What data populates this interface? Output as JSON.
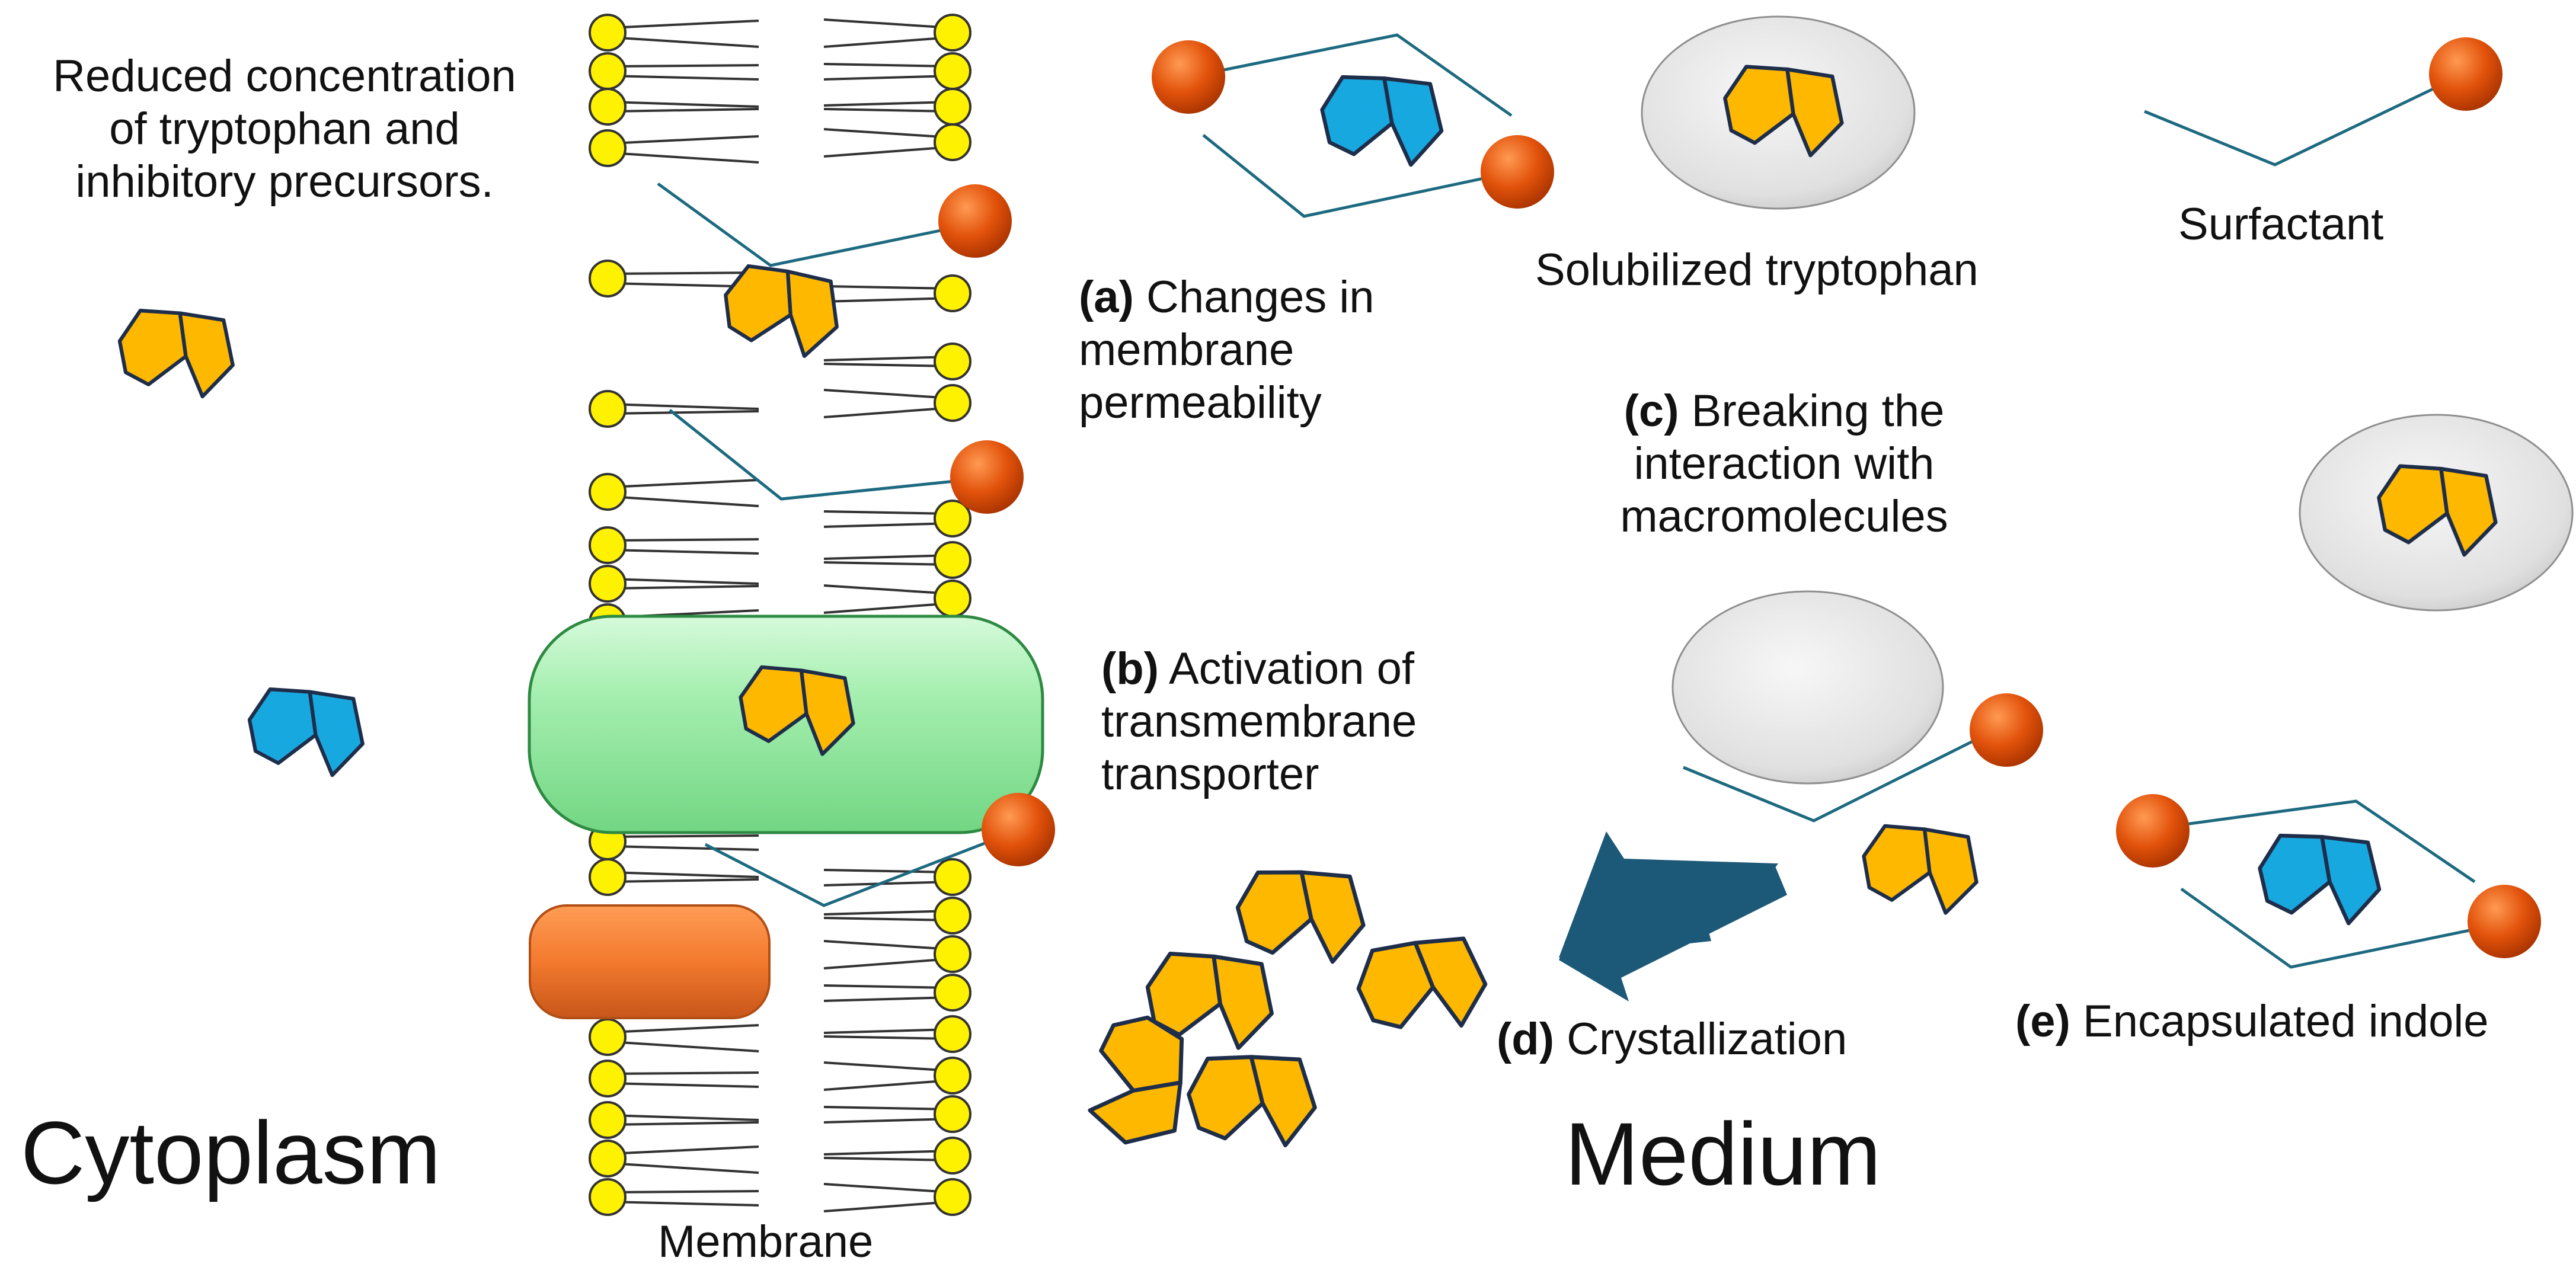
{
  "labels": {
    "reduced": [
      "Reduced concentration",
      "of tryptophan and",
      "inhibitory precursors."
    ],
    "a": {
      "tag": "(a)",
      "text": [
        "Changes in",
        "membrane",
        "permeability"
      ]
    },
    "b": {
      "tag": "(b)",
      "text": [
        "Activation of",
        "transmembrane",
        "transporter"
      ]
    },
    "c": {
      "tag": "(c)",
      "text": [
        "Breaking the",
        "interaction with",
        "macromolecules"
      ]
    },
    "d": {
      "tag": "(d)",
      "text": "Crystallization"
    },
    "e": {
      "tag": "(e)",
      "text": "Encapsulated indole"
    },
    "solubilized": "Solubilized tryptophan",
    "surfactant": "Surfactant",
    "cytoplasm": "Cytoplasm",
    "medium": "Medium",
    "membrane": "Membrane"
  },
  "colors": {
    "tryptophan": "#FFB800",
    "indole": "#18A8E0",
    "lipid_head": "#FFF200",
    "surfactant_head": "#E04E0A",
    "surfactant_tail": "#1D6A80",
    "transporter": "#A6EFB0",
    "protein": "#F37A2E",
    "vesicle": "#E4E4E4",
    "arrow": "#1C5878",
    "outline": "#1E2E4A"
  },
  "icons": [
    "tryptophan-molecule-icon",
    "indole-molecule-icon",
    "surfactant-icon",
    "lipid-bilayer",
    "micelle-icon",
    "arrow-icon"
  ]
}
